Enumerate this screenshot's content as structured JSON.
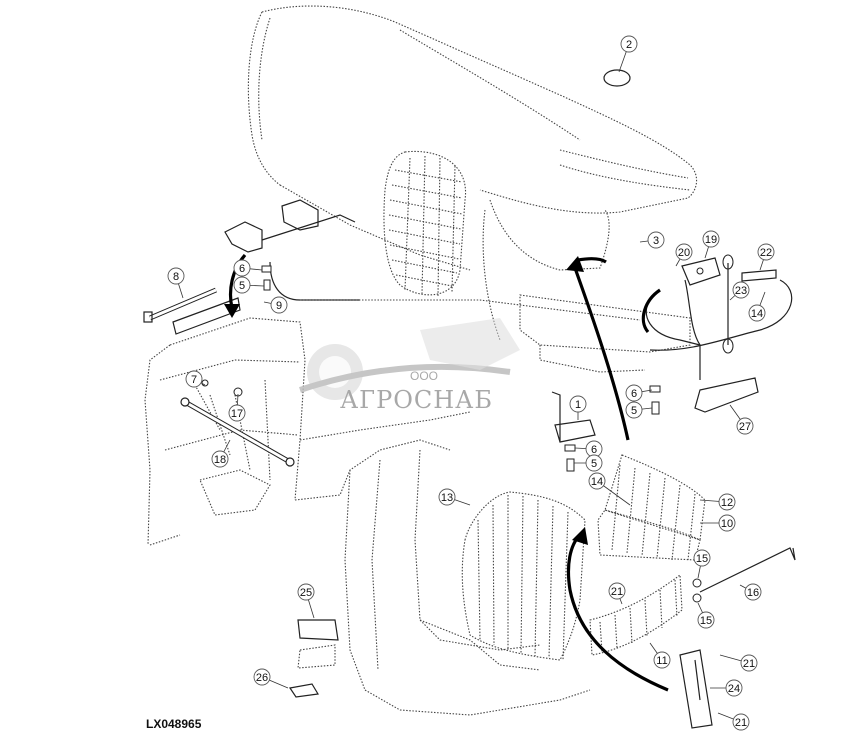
{
  "figure_code": "LX048965",
  "watermark": {
    "text": "АГРОСНАБ",
    "prefix": "ООО"
  },
  "callouts": [
    {
      "id": "c2",
      "text": "2"
    },
    {
      "id": "c3",
      "text": "3"
    },
    {
      "id": "c20",
      "text": "20"
    },
    {
      "id": "c19",
      "text": "19"
    },
    {
      "id": "c22",
      "text": "22"
    },
    {
      "id": "c23",
      "text": "23"
    },
    {
      "id": "c14a",
      "text": "14"
    },
    {
      "id": "c8",
      "text": "8"
    },
    {
      "id": "c6a",
      "text": "6"
    },
    {
      "id": "c5a",
      "text": "5"
    },
    {
      "id": "c9",
      "text": "9"
    },
    {
      "id": "c7",
      "text": "7"
    },
    {
      "id": "c17",
      "text": "17"
    },
    {
      "id": "c18",
      "text": "18"
    },
    {
      "id": "c6b",
      "text": "6"
    },
    {
      "id": "c5b",
      "text": "5"
    },
    {
      "id": "c27",
      "text": "27"
    },
    {
      "id": "c1",
      "text": "1"
    },
    {
      "id": "c6c",
      "text": "6"
    },
    {
      "id": "c5c",
      "text": "5"
    },
    {
      "id": "c14b",
      "text": "14"
    },
    {
      "id": "c12",
      "text": "12"
    },
    {
      "id": "c10",
      "text": "10"
    },
    {
      "id": "c13",
      "text": "13"
    },
    {
      "id": "c15a",
      "text": "15"
    },
    {
      "id": "c16",
      "text": "16"
    },
    {
      "id": "c15b",
      "text": "15"
    },
    {
      "id": "c21a",
      "text": "21"
    },
    {
      "id": "c11",
      "text": "11"
    },
    {
      "id": "c21b",
      "text": "21"
    },
    {
      "id": "c24",
      "text": "24"
    },
    {
      "id": "c21c",
      "text": "21"
    },
    {
      "id": "c25",
      "text": "25"
    },
    {
      "id": "c26",
      "text": "26"
    }
  ]
}
